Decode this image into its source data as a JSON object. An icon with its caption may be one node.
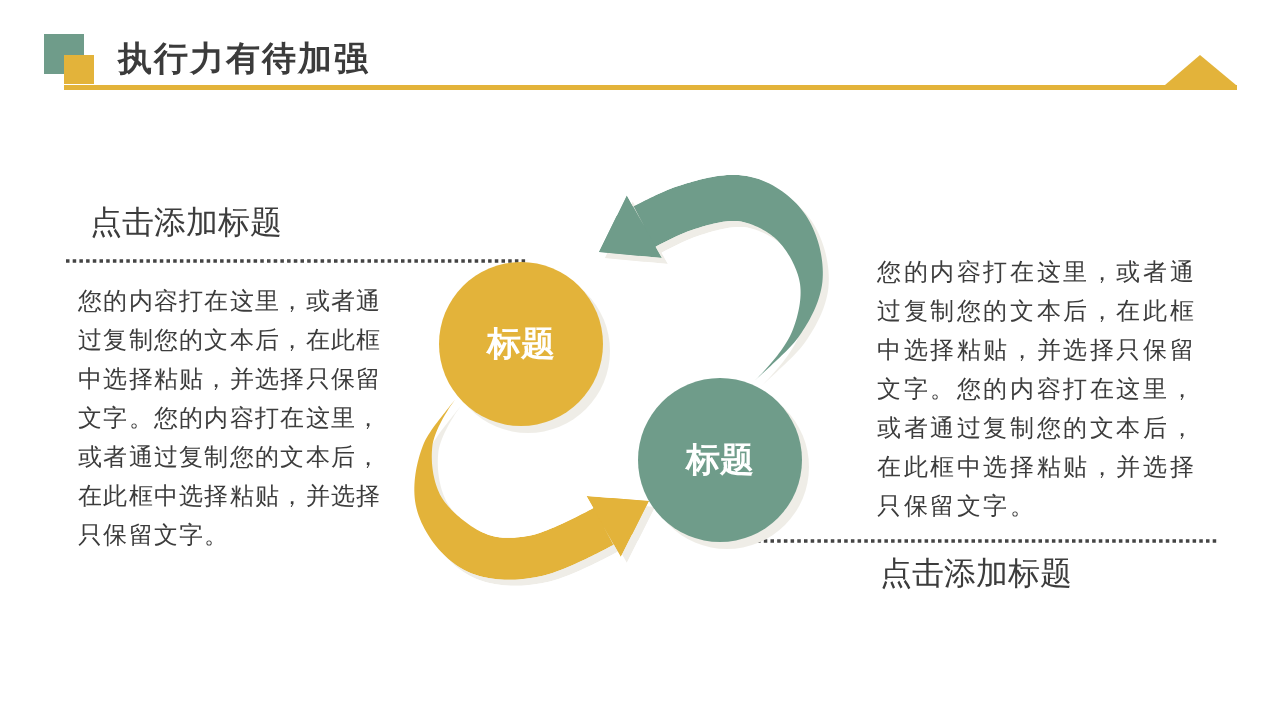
{
  "diagram": {
    "title": "执行力有待加强",
    "nodes": [
      {
        "text": [
          "标题"
        ]
      },
      {
        "text": [
          "标题"
        ]
      }
    ],
    "edges": [
      {
        "from": 0,
        "to": 1,
        "arrow": "to",
        "color": "#e3b33a"
      },
      {
        "from": 1,
        "to": 0,
        "arrow": "to",
        "color": "#6f9c8a"
      }
    ],
    "labels": [
      "点击添加标题",
      "您的内容打在这里，或者通过复制您的文本后，在此框中选择粘贴，并选择只保留文字。您的内容打在这里，或者通过复制您的文本后，在此框中选择粘贴，并选择只保留文字。",
      "您的内容打在这里，或者通过复制您的文本后，在此框中选择粘贴，并选择只保留文字。您的内容打在这里，或者通过复制您的文本后，在此框中选择粘贴，并选择只保留文字。",
      "点击添加标题"
    ]
  }
}
